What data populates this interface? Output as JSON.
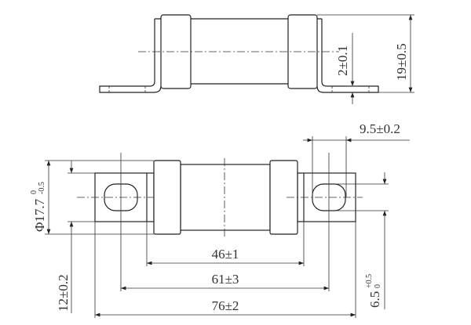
{
  "dimensions": {
    "top_height": "19±0.5",
    "top_tab_thickness": "2±0.1",
    "slot_spacing": "9.5±0.2",
    "diameter_main": "Φ17.7",
    "diameter_upper_tol": "0",
    "diameter_lower_tol": "-0.5",
    "tab_width": "12±0.2",
    "body_length": "46±1",
    "hole_pitch": "61±3",
    "overall_length": "76±2",
    "slot_width_main": "6.5",
    "slot_width_upper_tol": "+0.5",
    "slot_width_lower_tol": "0"
  }
}
